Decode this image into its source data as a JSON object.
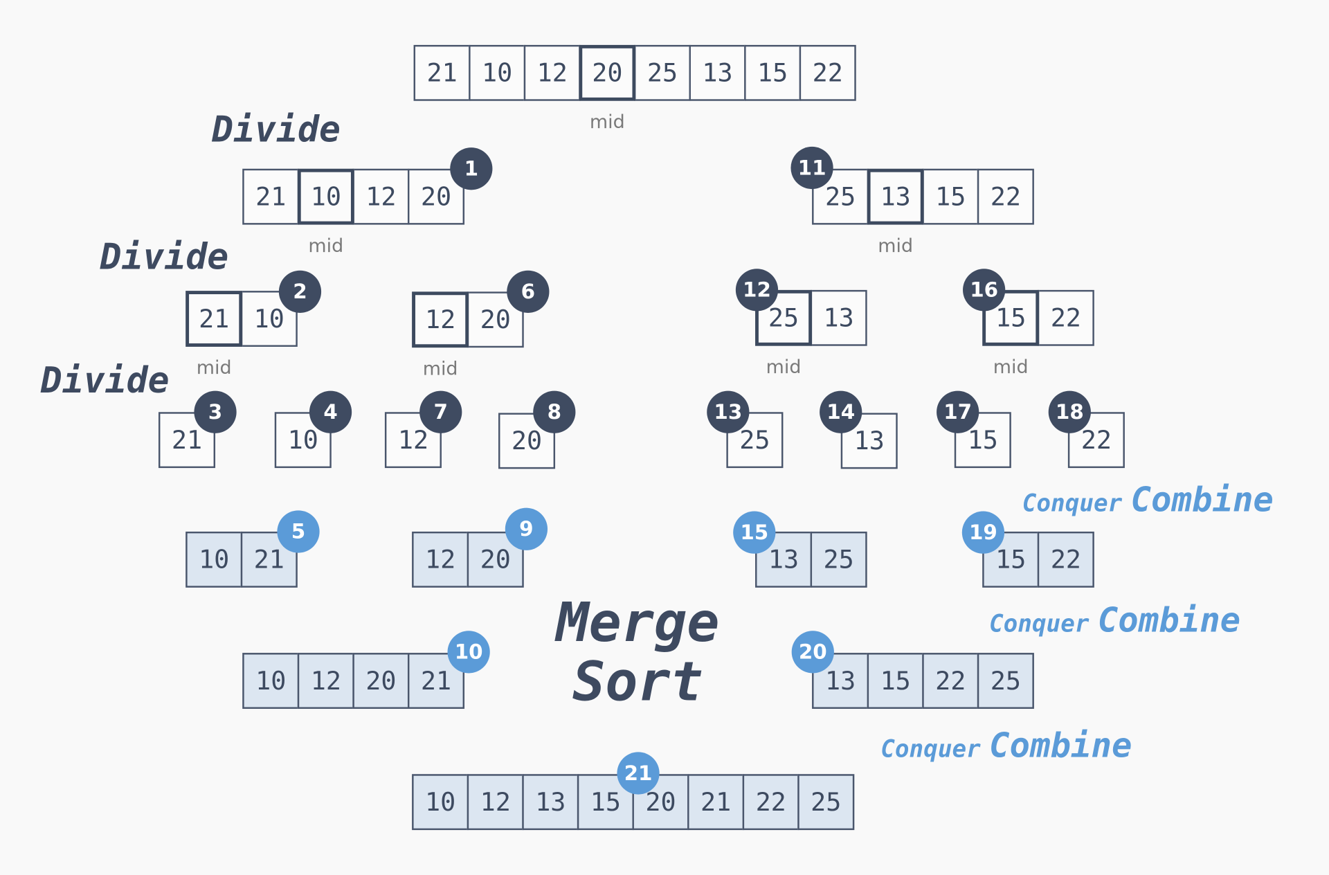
{
  "title": {
    "line1": "Merge",
    "line2": "Sort"
  },
  "divide_label": "Divide",
  "mid_label": "mid",
  "conquer_label": "Conquer",
  "combine_label": "Combine",
  "colors": {
    "dark": "#3f4b61",
    "light": "#5b9bd8",
    "sorted_fill": "#dce6f1"
  },
  "arrays": {
    "root": [
      "21",
      "10",
      "12",
      "20",
      "25",
      "13",
      "15",
      "22"
    ],
    "left_half": [
      "21",
      "10",
      "12",
      "20"
    ],
    "right_half": [
      "25",
      "13",
      "15",
      "22"
    ],
    "ll": [
      "21",
      "10"
    ],
    "lr": [
      "12",
      "20"
    ],
    "rl": [
      "25",
      "13"
    ],
    "rr": [
      "15",
      "22"
    ],
    "leaf_a": [
      "21"
    ],
    "leaf_b": [
      "10"
    ],
    "leaf_c": [
      "12"
    ],
    "leaf_d": [
      "20"
    ],
    "leaf_e": [
      "25"
    ],
    "leaf_f": [
      "13"
    ],
    "leaf_g": [
      "15"
    ],
    "leaf_h": [
      "22"
    ],
    "merged_ll": [
      "10",
      "21"
    ],
    "merged_lr": [
      "12",
      "20"
    ],
    "merged_rl": [
      "13",
      "25"
    ],
    "merged_rr": [
      "15",
      "22"
    ],
    "merged_left": [
      "10",
      "12",
      "20",
      "21"
    ],
    "merged_right": [
      "13",
      "15",
      "22",
      "25"
    ],
    "final": [
      "10",
      "12",
      "13",
      "15",
      "20",
      "21",
      "22",
      "25"
    ]
  },
  "steps": [
    "1",
    "2",
    "3",
    "4",
    "5",
    "6",
    "7",
    "8",
    "9",
    "10",
    "11",
    "12",
    "13",
    "14",
    "15",
    "16",
    "17",
    "18",
    "19",
    "20",
    "21"
  ]
}
